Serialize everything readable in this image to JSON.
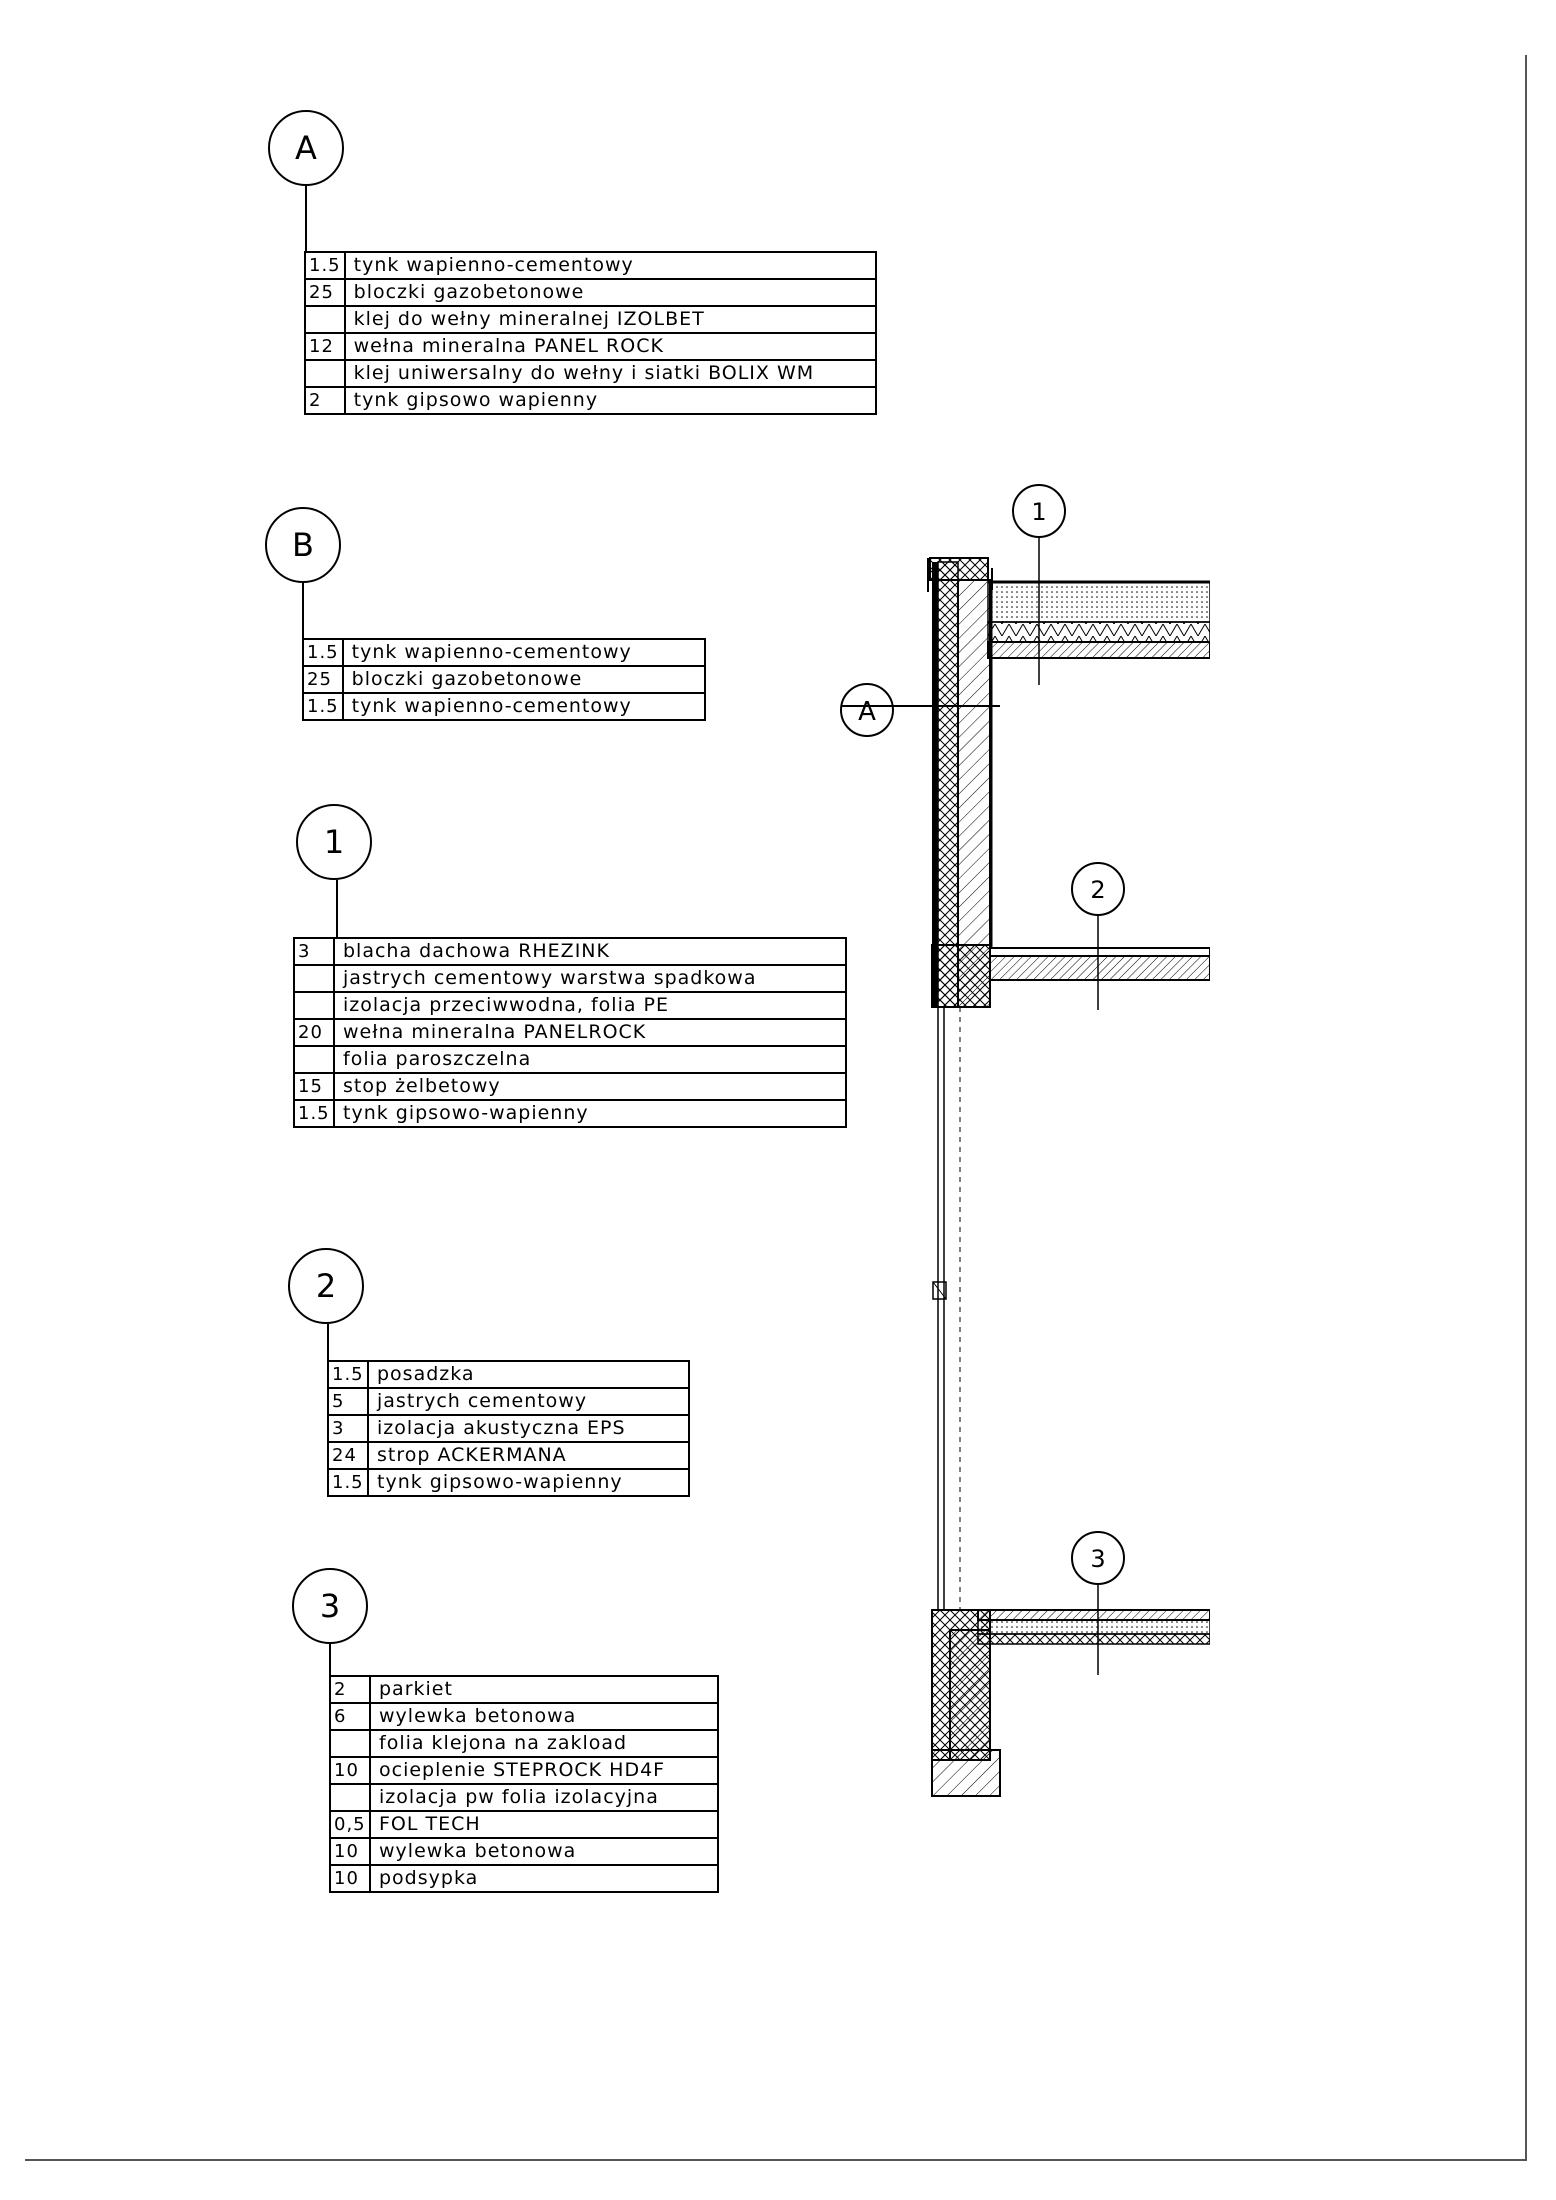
{
  "sections": {
    "A": {
      "tag": "A",
      "layers": [
        {
          "thickness": "1.5",
          "material": "tynk wapienno-cementowy"
        },
        {
          "thickness": "25",
          "material": "bloczki gazobetonowe"
        },
        {
          "thickness": "",
          "material": "klej do wełny mineralnej IZOLBET"
        },
        {
          "thickness": "12",
          "material": "wełna mineralna PANEL ROCK"
        },
        {
          "thickness": "",
          "material": "klej uniwersalny do wełny i siatki BOLIX WM"
        },
        {
          "thickness": "2",
          "material": "tynk gipsowo wapienny"
        }
      ]
    },
    "B": {
      "tag": "B",
      "layers": [
        {
          "thickness": "1.5",
          "material": "tynk wapienno-cementowy"
        },
        {
          "thickness": "25",
          "material": "bloczki gazobetonowe"
        },
        {
          "thickness": "1.5",
          "material": "tynk wapienno-cementowy"
        }
      ]
    },
    "1": {
      "tag": "1",
      "layers": [
        {
          "thickness": "3",
          "material": "blacha dachowa RHEZINK"
        },
        {
          "thickness": "",
          "material": "jastrych cementowy warstwa spadkowa"
        },
        {
          "thickness": "",
          "material": "izolacja przeciwwodna, folia PE"
        },
        {
          "thickness": "20",
          "material": "wełna mineralna PANELROCK"
        },
        {
          "thickness": "",
          "material": "folia paroszczelna"
        },
        {
          "thickness": "15",
          "material": "stop żelbetowy"
        },
        {
          "thickness": "1.5",
          "material": "tynk gipsowo-wapienny"
        }
      ]
    },
    "2": {
      "tag": "2",
      "layers": [
        {
          "thickness": "1.5",
          "material": "posadzka"
        },
        {
          "thickness": "5",
          "material": "jastrych cementowy"
        },
        {
          "thickness": "3",
          "material": "izolacja akustyczna EPS"
        },
        {
          "thickness": "24",
          "material": "strop ACKERMANA"
        },
        {
          "thickness": "1.5",
          "material": "tynk gipsowo-wapienny"
        }
      ]
    },
    "3": {
      "tag": "3",
      "layers": [
        {
          "thickness": "2",
          "material": "parkiet"
        },
        {
          "thickness": "6",
          "material": "wylewka betonowa"
        },
        {
          "thickness": "",
          "material": "folia klejona na zakload"
        },
        {
          "thickness": "10",
          "material": "ocieplenie  STEPROCK HD4F"
        },
        {
          "thickness": "",
          "material": "izolacja pw folia izolacyjna"
        },
        {
          "thickness": "0,5",
          "material": "FOL TECH"
        },
        {
          "thickness": "10",
          "material": "wylewka betonowa"
        },
        {
          "thickness": "10",
          "material": "podsypka"
        }
      ]
    }
  },
  "section_view": {
    "markers": [
      "1",
      "2",
      "3",
      "A"
    ]
  }
}
